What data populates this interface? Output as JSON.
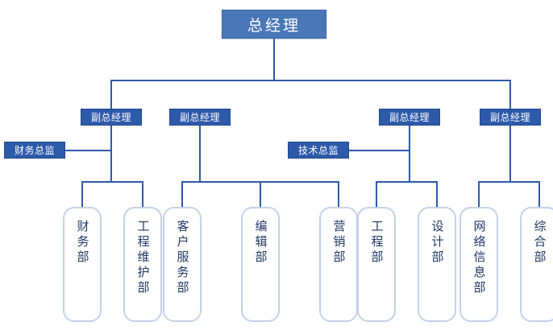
{
  "chart_data": {
    "type": "diagram",
    "title": "",
    "subtype": "organizational-chart",
    "orientation": "top-down",
    "accent_color": "#2E5AAA",
    "top_box_color": "#4A77B8",
    "department_border_color": "#C3D2E8",
    "department_text_color": "#1F3864",
    "levels": [
      {
        "level": 1,
        "nodes": [
          "总经理"
        ]
      },
      {
        "level": 2,
        "nodes": [
          "副总经理",
          "副总经理",
          "副总经理",
          "副总经理"
        ]
      },
      {
        "level": 3,
        "nodes": [
          "财务总监",
          "技术总监"
        ]
      },
      {
        "level": 4,
        "nodes": [
          "财务部",
          "工程维护部",
          "客户服务部",
          "编辑部",
          "营销部",
          "工程部",
          "设计部",
          "网络信息部",
          "综合部"
        ]
      }
    ]
  },
  "org": {
    "root": {
      "label": "总经理"
    },
    "deputies": [
      {
        "id": "deputy-1",
        "label": "副总经理"
      },
      {
        "id": "deputy-2",
        "label": "副总经理"
      },
      {
        "id": "deputy-3",
        "label": "副总经理"
      },
      {
        "id": "deputy-4",
        "label": "副总经理"
      }
    ],
    "directors": [
      {
        "id": "director-finance",
        "label": "财务总监"
      },
      {
        "id": "director-technology",
        "label": "技术总监"
      }
    ],
    "departments": [
      {
        "id": "dept-finance",
        "label": "财务部"
      },
      {
        "id": "dept-engineering-maintenance",
        "label": "工程维护部"
      },
      {
        "id": "dept-customer-service",
        "label": "客户服务部"
      },
      {
        "id": "dept-editorial",
        "label": "编辑部"
      },
      {
        "id": "dept-marketing",
        "label": "营销部"
      },
      {
        "id": "dept-engineering",
        "label": "工程部"
      },
      {
        "id": "dept-design",
        "label": "设计部"
      },
      {
        "id": "dept-network-information",
        "label": "网络信息部"
      },
      {
        "id": "dept-general-affairs",
        "label": "综合部"
      }
    ]
  }
}
